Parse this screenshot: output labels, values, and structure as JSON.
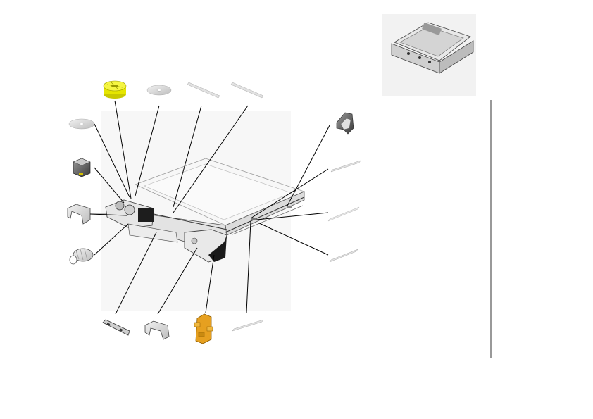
{
  "diagram": {
    "view": "exploded-assembly",
    "components": [
      {
        "name": "yellow-pulley-wheel",
        "color": "#e6e600"
      },
      {
        "name": "flat-washer-right",
        "color": "#d9d9d9"
      },
      {
        "name": "flat-washer-left",
        "color": "#d9d9d9"
      },
      {
        "name": "thin-strip-a",
        "color": "#d9d9d9"
      },
      {
        "name": "thin-strip-b",
        "color": "#d9d9d9"
      },
      {
        "name": "motor-block",
        "color": "#8c8c8c"
      },
      {
        "name": "bent-bracket-left",
        "color": "#bfbfbf"
      },
      {
        "name": "coil-spring",
        "color": "#cfcfcf"
      },
      {
        "name": "rail-strip-bottom",
        "color": "#bfbfbf"
      },
      {
        "name": "bent-bracket-bottom",
        "color": "#bfbfbf"
      },
      {
        "name": "orange-latch-block",
        "color": "#e6a020"
      },
      {
        "name": "thin-pin-bottom",
        "color": "#d9d9d9"
      },
      {
        "name": "clamp-top-right",
        "color": "#9a9a9a"
      },
      {
        "name": "pin-right-a",
        "color": "#d9d9d9"
      },
      {
        "name": "pin-right-b",
        "color": "#d9d9d9"
      },
      {
        "name": "pin-right-c",
        "color": "#d9d9d9"
      }
    ],
    "colors": {
      "leader": "#000000",
      "frame-outline": "#444444",
      "background": "#ffffff",
      "ghost": "#eeeeee"
    }
  }
}
